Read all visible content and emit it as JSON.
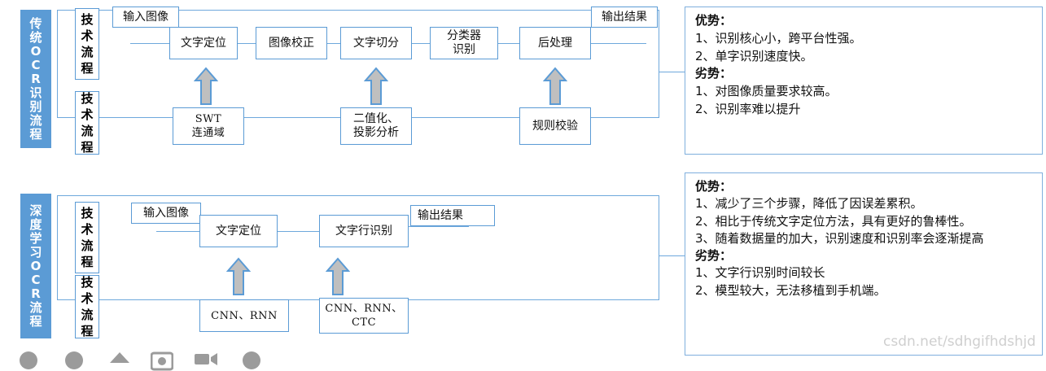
{
  "sections": [
    {
      "id": "traditional",
      "title_vertical": "传统OCR识别流程",
      "title_chars": [
        "传",
        "统",
        "OCR",
        "识",
        "别",
        "流",
        "程"
      ],
      "stage_labels": [
        "技术流程",
        "技术流程"
      ],
      "top_row": [
        {
          "label": "输入图像"
        },
        {
          "label": "文字定位"
        },
        {
          "label": "图像校正"
        },
        {
          "label": "文字切分"
        },
        {
          "label": "分类器\n识别"
        },
        {
          "label": "后处理"
        },
        {
          "label": "输出结果"
        }
      ],
      "bottom_row": [
        {
          "label": "SWT\n连通域"
        },
        {
          "label": "二值化、\n投影分析"
        },
        {
          "label": "规则校验"
        }
      ],
      "panel": {
        "pros_heading": "优势：",
        "pros": [
          "1、识别核心小，跨平台性强。",
          "2、单字识别速度快。"
        ],
        "cons_heading": "劣势：",
        "cons": [
          "1、对图像质量要求较高。",
          "2、识别率难以提升"
        ]
      }
    },
    {
      "id": "deep-learning",
      "title_vertical": "深度学习OCR流程",
      "title_chars": [
        "深",
        "度",
        "学",
        "习",
        "O",
        "C",
        "R",
        "流",
        "程"
      ],
      "stage_labels": [
        "技术流程",
        "技术流程"
      ],
      "top_row": [
        {
          "label": "输入图像"
        },
        {
          "label": "文字定位"
        },
        {
          "label": "文字行识别"
        },
        {
          "label": "输出结果"
        }
      ],
      "bottom_row": [
        {
          "label": "CNN、RNN"
        },
        {
          "label": "CNN、RNN、\nCTC"
        }
      ],
      "panel": {
        "pros_heading": "优势：",
        "pros": [
          "1、减少了三个步骤，降低了因误差累积。",
          "2、相比于传统文字定位方法，具有更好的鲁棒性。",
          "3、随着数据量的加大，识别速度和识别率会逐渐提高"
        ],
        "cons_heading": "劣势：",
        "cons": [
          "1、文字行识别时间较长",
          "2、模型较大，无法移植到手机端。"
        ]
      }
    }
  ],
  "watermark": "csdn.net/sdhgifhdshjd",
  "colors": {
    "accent_blue": "#5B9BD5",
    "line_blue": "#6EA8DC",
    "arrow_fill": "#BFBFBF",
    "arrow_stroke": "#5B9BD5",
    "panel_border": "#7FAFDD",
    "white": "#FFFFFF"
  }
}
